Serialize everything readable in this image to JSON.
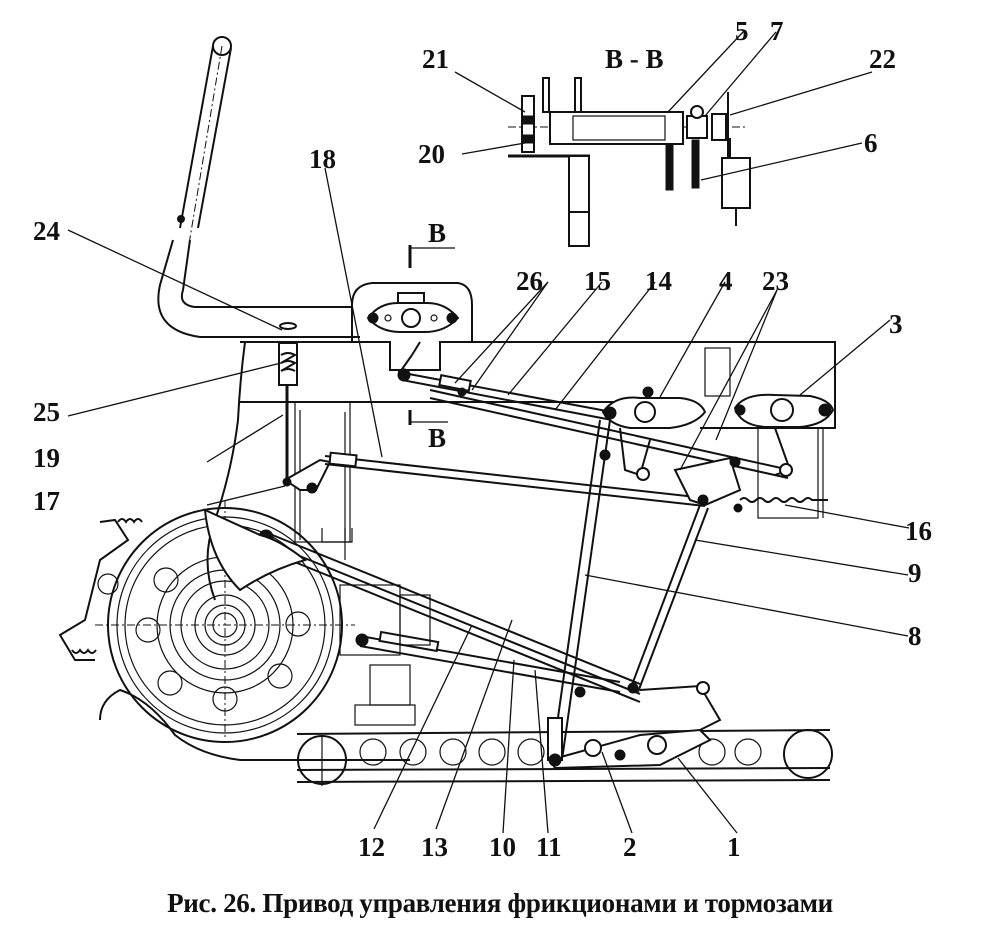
{
  "figure": {
    "caption": "Рис. 26. Привод управления фрикционами и тормозами",
    "section_label": "В - В",
    "section_marks": [
      "В",
      "В"
    ]
  },
  "callouts": [
    {
      "id": "1",
      "text": "1"
    },
    {
      "id": "2",
      "text": "2"
    },
    {
      "id": "3",
      "text": "3"
    },
    {
      "id": "4",
      "text": "4"
    },
    {
      "id": "5",
      "text": "5"
    },
    {
      "id": "6",
      "text": "6"
    },
    {
      "id": "7",
      "text": "7"
    },
    {
      "id": "8",
      "text": "8"
    },
    {
      "id": "9",
      "text": "9"
    },
    {
      "id": "10",
      "text": "10"
    },
    {
      "id": "11",
      "text": "11"
    },
    {
      "id": "12",
      "text": "12"
    },
    {
      "id": "13",
      "text": "13"
    },
    {
      "id": "14",
      "text": "14"
    },
    {
      "id": "15",
      "text": "15"
    },
    {
      "id": "16",
      "text": "16"
    },
    {
      "id": "17",
      "text": "17"
    },
    {
      "id": "18",
      "text": "18"
    },
    {
      "id": "19",
      "text": "19"
    },
    {
      "id": "20",
      "text": "20"
    },
    {
      "id": "21",
      "text": "21"
    },
    {
      "id": "22",
      "text": "22"
    },
    {
      "id": "23",
      "text": "23"
    },
    {
      "id": "24",
      "text": "24"
    },
    {
      "id": "25",
      "text": "25"
    },
    {
      "id": "26",
      "text": "26"
    }
  ]
}
